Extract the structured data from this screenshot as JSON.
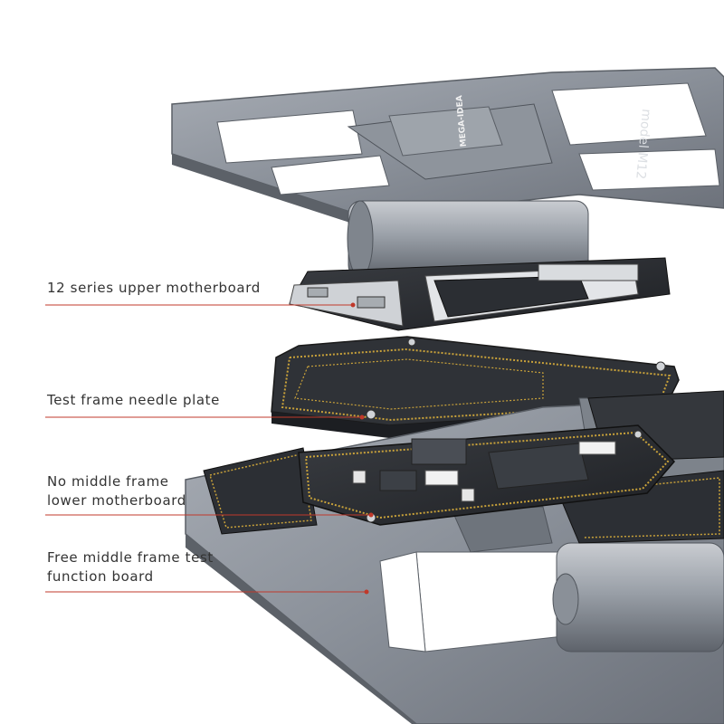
{
  "accent_color": "#c0392b",
  "labels": {
    "upper_motherboard": "12 series upper motherboard",
    "needle_plate": "Test frame needle plate",
    "lower_motherboard": "No middle frame\nlower motherboard",
    "function_board": "Free middle frame test\nfunction board"
  },
  "engraving": {
    "brand": "MEGA-IDEA",
    "model": "model M12"
  }
}
